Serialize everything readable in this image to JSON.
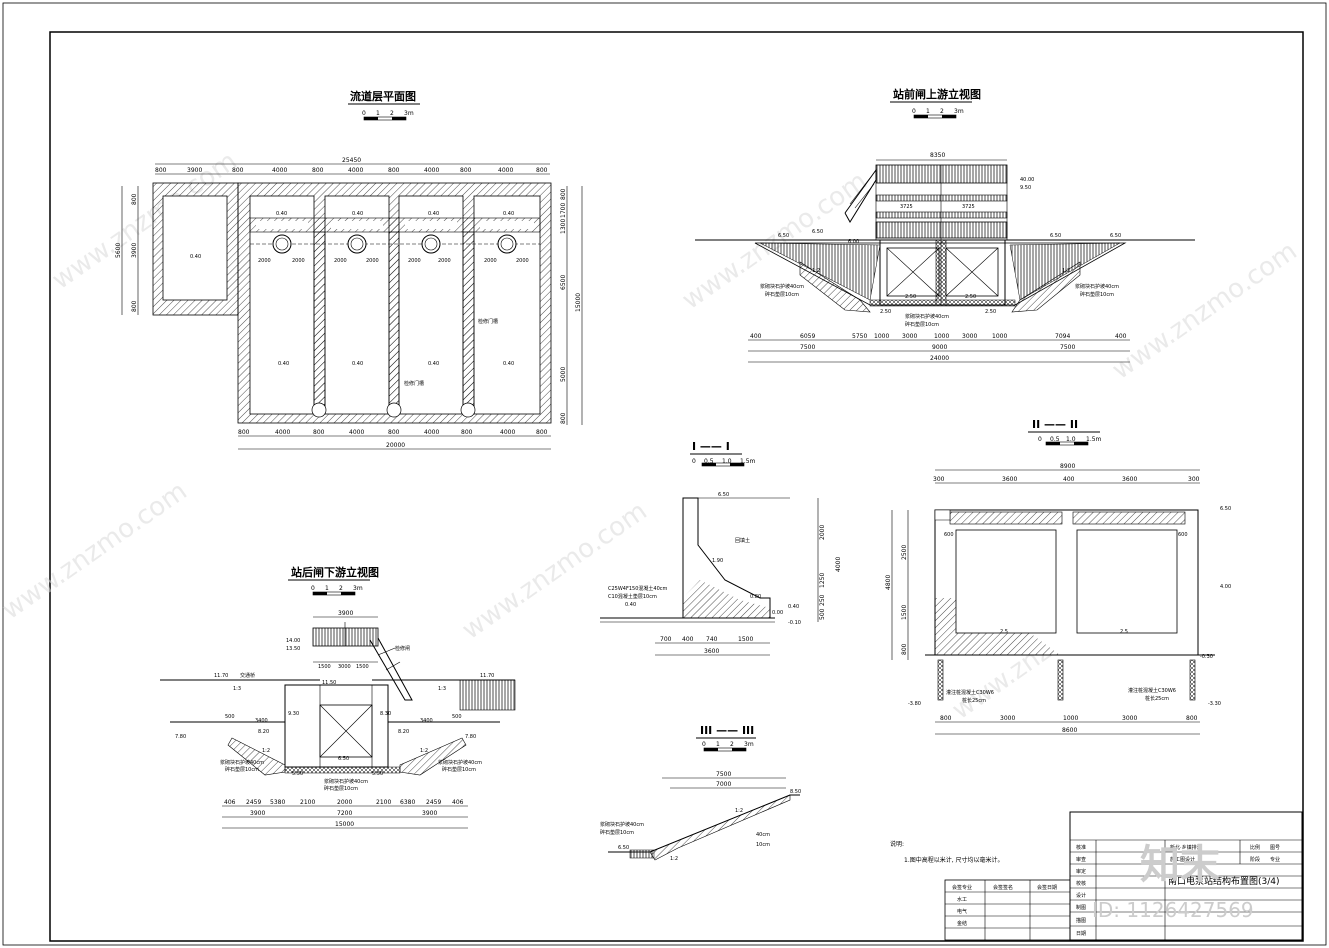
{
  "views": {
    "plan": {
      "title": "流道层平面图",
      "scale_labels": [
        "0",
        "1",
        "2",
        "3m"
      ],
      "overall_top": "25450",
      "top_dims": [
        "800",
        "3900",
        "800",
        "4000",
        "800",
        "4000",
        "800",
        "4000",
        "800",
        "4000",
        "800"
      ],
      "bottom_dims": [
        "800",
        "4000",
        "800",
        "4000",
        "800",
        "4000",
        "800",
        "4000",
        "800"
      ],
      "overall_bottom": "20000",
      "left_dims": [
        "800",
        "5600",
        "800",
        "3900"
      ],
      "right_dims": [
        "800",
        "1700",
        "1300",
        "800",
        "6500",
        "15000",
        "5000",
        "800"
      ],
      "pipe_dims": [
        "2000",
        "2000",
        "2000",
        "2000",
        "2000",
        "2000",
        "2000",
        "2000"
      ],
      "elev_top": "0.40",
      "elev_mid": "0.40",
      "elev_left": "0.40",
      "notes": [
        "检修门槽",
        "检修门槽"
      ]
    },
    "upstream": {
      "title": "站前闸上游立视图",
      "scale_labels": [
        "0",
        "1",
        "2",
        "3m"
      ],
      "top_dim": "8350",
      "inner_dims": [
        "3725",
        "3725"
      ],
      "elevations": [
        "40.00",
        "9.50",
        "6.50",
        "6.50",
        "6.00",
        "6.50",
        "6.50",
        "2.50",
        "2.50",
        "2.50",
        "2.50"
      ],
      "lining_notes": [
        "浆砌块石护坡40cm",
        "碎石垫层10cm",
        "浆砌块石护坡40cm",
        "碎石垫层10cm",
        "浆砌块石护坡40cm",
        "碎石垫层10cm"
      ],
      "bottom_dims": [
        "400",
        "6059",
        "5750",
        "1000",
        "3000",
        "1000",
        "3000",
        "1000",
        "7094",
        "400"
      ],
      "bottom_dims2": [
        "7500",
        "9000",
        "7500"
      ],
      "overall": "24000",
      "slope_labels": [
        "1:2",
        "1:2"
      ]
    },
    "downstream": {
      "title": "站后闸下游立视图",
      "scale_labels": [
        "0",
        "1",
        "2",
        "3m"
      ],
      "top_dim": "3900",
      "elevations": [
        "14.00",
        "13.50",
        "11.70",
        "11.50",
        "11.70",
        "9.30",
        "8.30",
        "8.20",
        "6.50",
        "7.80",
        "7.80",
        "5.50",
        "5.50",
        "8.20"
      ],
      "mid_dims": [
        "1500",
        "3000",
        "1500"
      ],
      "side_dims": [
        "500",
        "3400",
        "3400",
        "500"
      ],
      "lining_notes": [
        "浆砌块石护坡40cm",
        "碎石垫层10cm",
        "浆砌块石护坡40cm",
        "碎石垫层10cm",
        "浆砌块石护坡40cm",
        "碎石垫层10cm"
      ],
      "bottom_dims": [
        "406",
        "2459",
        "5380",
        "2100",
        "2000",
        "2100",
        "6380",
        "2459",
        "406"
      ],
      "bottom_dims2": [
        "3900",
        "7200",
        "3900"
      ],
      "overall": "15000",
      "slope_labels": [
        "1:3",
        "1:3",
        "1:2",
        "1:2"
      ],
      "notes": [
        "交通桥",
        "检修闸"
      ]
    },
    "section1": {
      "title": "I —— I",
      "scale_labels": [
        "0",
        "0.5",
        "1.0",
        "1.5m"
      ],
      "elevations": [
        "6.50",
        "1.90",
        "0.80",
        "0.40",
        "0.40",
        "0.00",
        "-0.10"
      ],
      "fill_note": "回填土",
      "concrete_note": "C25W4F150混凝土40cm",
      "base_note": "C10混凝土垫层10cm",
      "right_dims": [
        "2000",
        "4000",
        "1250",
        "250",
        "500"
      ],
      "bottom_dims": [
        "700",
        "400",
        "740",
        "1500"
      ],
      "overall": "3600"
    },
    "section2": {
      "title": "II —— II",
      "scale_labels": [
        "0",
        "0.5",
        "1.0",
        "1.5m"
      ],
      "top_dim": "8900",
      "top_dims": [
        "300",
        "3600",
        "400",
        "3600",
        "300"
      ],
      "elevations": [
        "6.50",
        "4.00",
        "-0.30",
        "-3.80",
        "-3.30"
      ],
      "left_dims": [
        "4800",
        "2500",
        "1500",
        "800"
      ],
      "inner_labels": [
        "600",
        "600",
        "2.5",
        "2.5"
      ],
      "notes": [
        "灌注桩混凝土C30W6",
        "桩长25cm",
        "灌注桩混凝土C30W6",
        "桩长25cm"
      ],
      "bottom_dims": [
        "800",
        "3000",
        "1000",
        "3000",
        "800"
      ],
      "overall": "8600"
    },
    "section3": {
      "title": "III —— III",
      "scale_labels": [
        "0",
        "1",
        "2",
        "3m"
      ],
      "top_dims": [
        "7500",
        "7000"
      ],
      "elevations": [
        "8.50",
        "6.50"
      ],
      "slope": "1:2",
      "slope2": "1:2",
      "lining_notes": [
        "浆砌块石护坡40cm",
        "碎石垫层10cm",
        "40cm",
        "10cm"
      ]
    }
  },
  "notes": {
    "heading": "说明:",
    "items": [
      "1.图中高程以米计, 尺寸均以毫米计。"
    ]
  },
  "title_block": {
    "drawing_title": "南口电泵站结构布置图(3/4)",
    "rows": [
      "核准",
      "审查",
      "审定",
      "校核",
      "设计",
      "制图",
      "描图",
      "日期"
    ],
    "project": "新北·乡镇排涝",
    "stage": "施工图设计",
    "fields": [
      "比例",
      "图号",
      "阶段",
      "专业"
    ],
    "sign_headers": [
      "会签专业",
      "会签签名",
      "会签日期"
    ],
    "sign_rows": [
      "水工",
      "电气",
      "金结"
    ]
  },
  "watermark": {
    "text": "www.znzmo.com",
    "brand": "知末",
    "id": "ID: 1126427569"
  }
}
